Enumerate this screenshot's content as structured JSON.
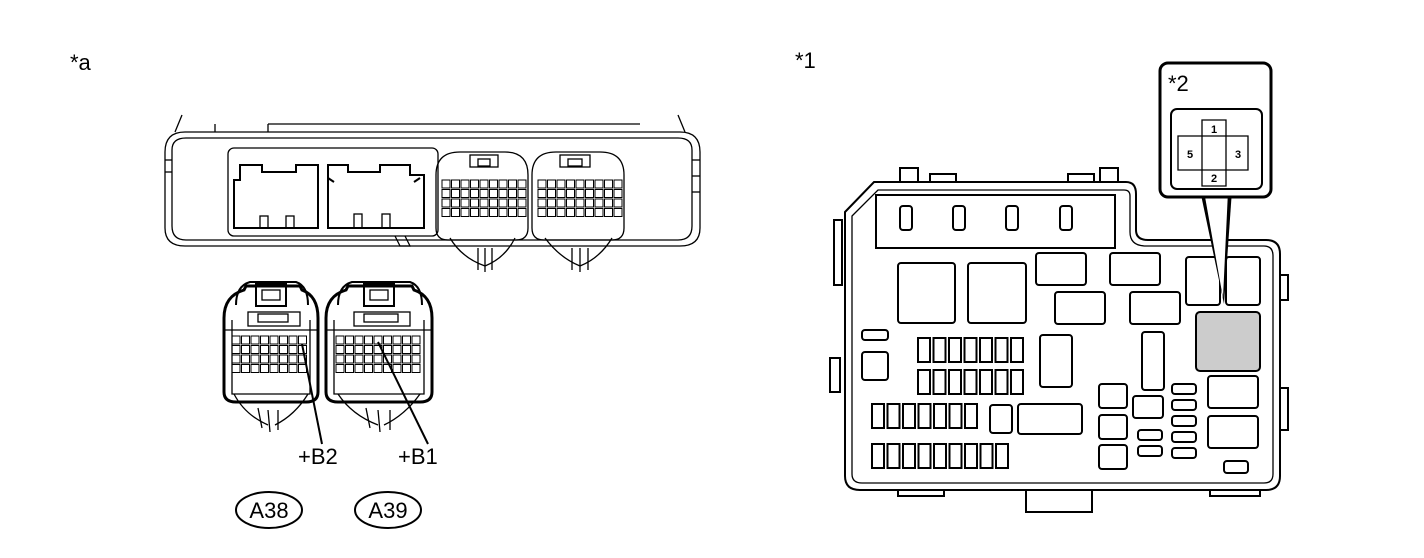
{
  "labels": {
    "view_a": "*a",
    "view_1": "*1",
    "view_2": "*2",
    "terminal_b2": "+B2",
    "terminal_b1": "+B1",
    "connector_a38": "A38",
    "connector_a39": "A39"
  },
  "relay_pins": [
    "1",
    "5",
    "3",
    "2"
  ],
  "colors": {
    "line": "#000000",
    "highlight": "#cccccc",
    "background": "#ffffff"
  }
}
